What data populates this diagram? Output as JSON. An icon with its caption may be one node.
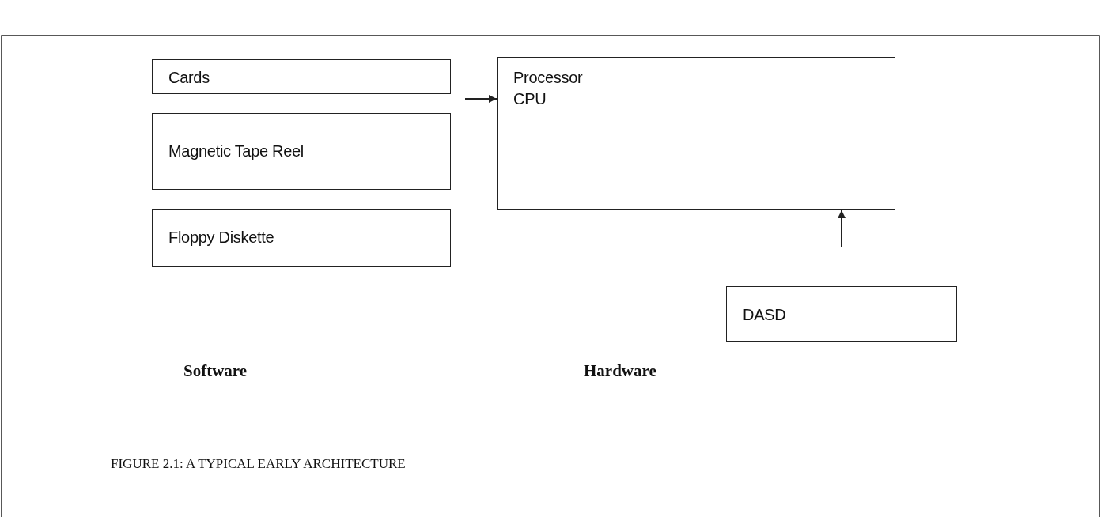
{
  "diagram": {
    "caption": "FIGURE 2.1: A TYPICAL EARLY ARCHITECTURE",
    "nodes": [
      {
        "text": [
          "Cards"
        ]
      },
      {
        "text": [
          "Magnetic Tape Reel"
        ]
      },
      {
        "text": [
          "Floppy Diskette"
        ]
      },
      {
        "text": [
          "Processor",
          "CPU"
        ]
      },
      {
        "text": [
          "DASD"
        ]
      }
    ],
    "edges": [
      {
        "from": null,
        "to": 3,
        "arrow": "to"
      },
      {
        "from": null,
        "to": 3,
        "arrow": "to"
      }
    ],
    "labels": [
      "Software",
      "Hardware"
    ]
  }
}
